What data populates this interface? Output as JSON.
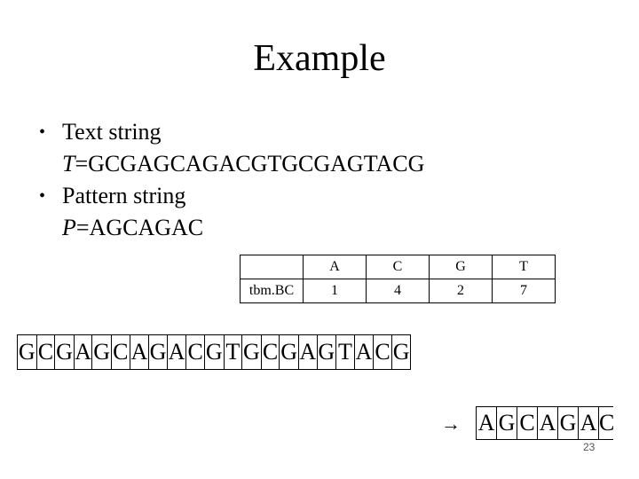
{
  "title": "Example",
  "bullets": [
    {
      "label": "Text string",
      "var": "T",
      "value": "=GCGAGCAGACGTGCGAGTACG"
    },
    {
      "label": "Pattern string",
      "var": "P",
      "value": "=AGCAGAC"
    }
  ],
  "bc_table": {
    "headers": [
      "A",
      "C",
      "G",
      "T"
    ],
    "row_label": "tbm.BC",
    "values": [
      "1",
      "4",
      "2",
      "7"
    ]
  },
  "text_chars": [
    "G",
    "C",
    "G",
    "A",
    "G",
    "C",
    "A",
    "G",
    "A",
    "C",
    "G",
    "T",
    "G",
    "C",
    "G",
    "A",
    "G",
    "T",
    "A",
    "C",
    "G"
  ],
  "arrow": "→",
  "pattern_chars": [
    "A",
    "G",
    "C",
    "A",
    "G",
    "A",
    "C"
  ],
  "page_number": "23"
}
